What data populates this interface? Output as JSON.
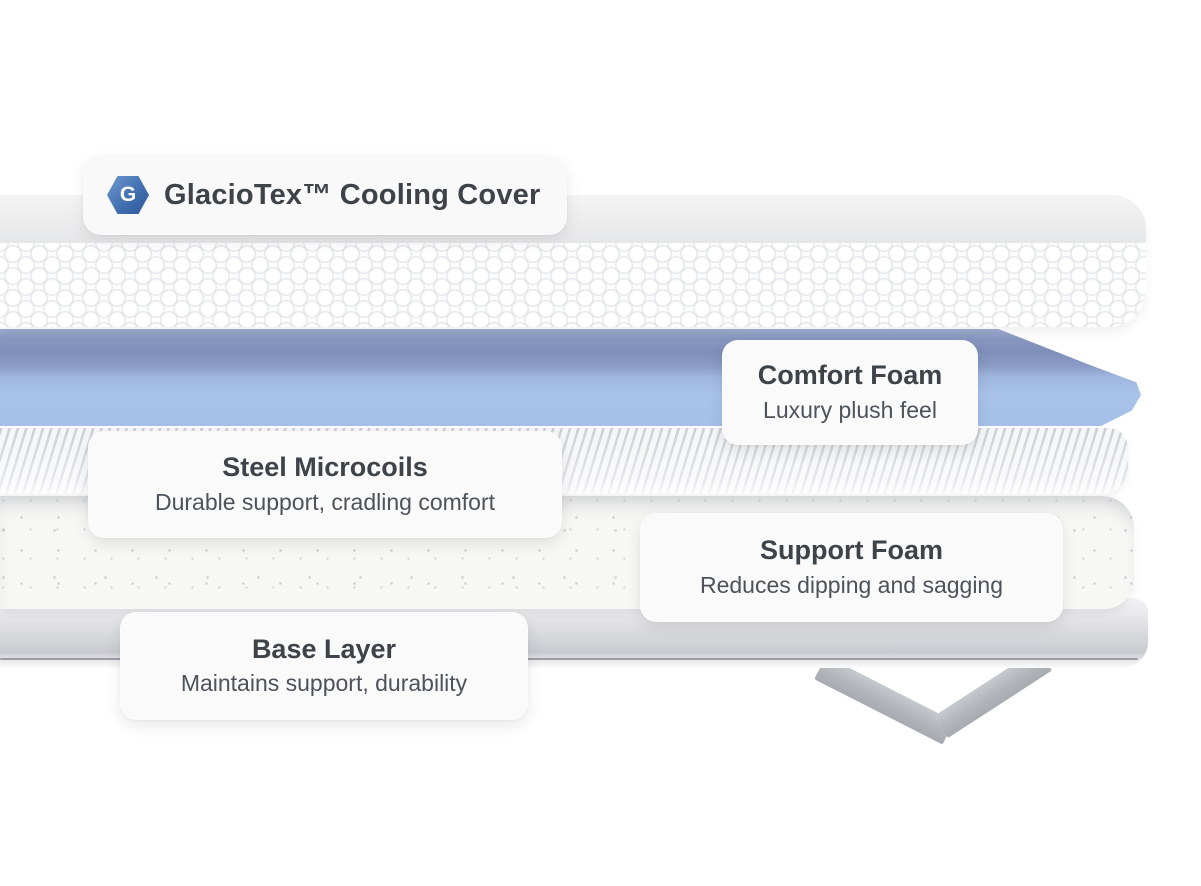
{
  "badge": {
    "icon_letter": "G",
    "label": "GlacioTex™ Cooling Cover"
  },
  "cards": [
    {
      "id": "comfort-foam",
      "title": "Comfort Foam",
      "subtitle": "Luxury plush feel"
    },
    {
      "id": "steel-microcoils",
      "title": "Steel Microcoils",
      "subtitle": "Durable support, cradling comfort"
    },
    {
      "id": "support-foam",
      "title": "Support Foam",
      "subtitle": "Reduces dipping and sagging"
    },
    {
      "id": "base-layer",
      "title": "Base Layer",
      "subtitle": "Maintains support, durability"
    }
  ],
  "layers": [
    "GlacioTex™ Cooling Cover",
    "Comfort Foam",
    "Steel Microcoils",
    "Support Foam",
    "Base Layer"
  ],
  "colors": {
    "icon_hex_blue": "#3a66a8",
    "comfort_foam_blue": "#a7c0e7",
    "comfort_foam_shadow_blue": "#7e8fb9",
    "base_grey": "#d4d5d9",
    "strap_grey": "#b2b5ba",
    "title_text": "#3e434a",
    "subtitle_text": "#4d525b",
    "card_background": "#fafafa"
  }
}
